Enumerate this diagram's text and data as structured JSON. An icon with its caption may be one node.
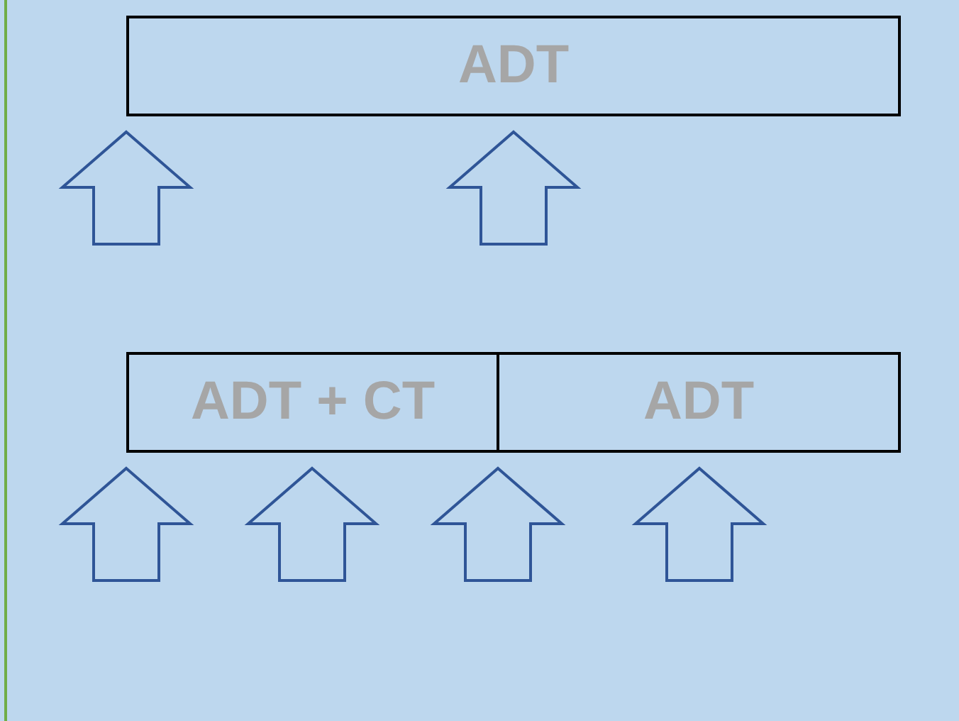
{
  "diagram": {
    "nodes": [
      {
        "text": [
          "ADT"
        ]
      },
      {
        "text": [
          "ADT + CT"
        ]
      },
      {
        "text": [
          "ADT"
        ]
      }
    ],
    "edges": [
      {
        "from": null,
        "to": 0,
        "arrow": "to"
      },
      {
        "from": null,
        "to": 0,
        "arrow": "to"
      },
      {
        "from": null,
        "to": 1,
        "arrow": "to"
      },
      {
        "from": null,
        "to": 1,
        "arrow": "to"
      },
      {
        "from": null,
        "to": 1,
        "arrow": "to"
      },
      {
        "from": null,
        "to": 2,
        "arrow": "to"
      }
    ]
  }
}
